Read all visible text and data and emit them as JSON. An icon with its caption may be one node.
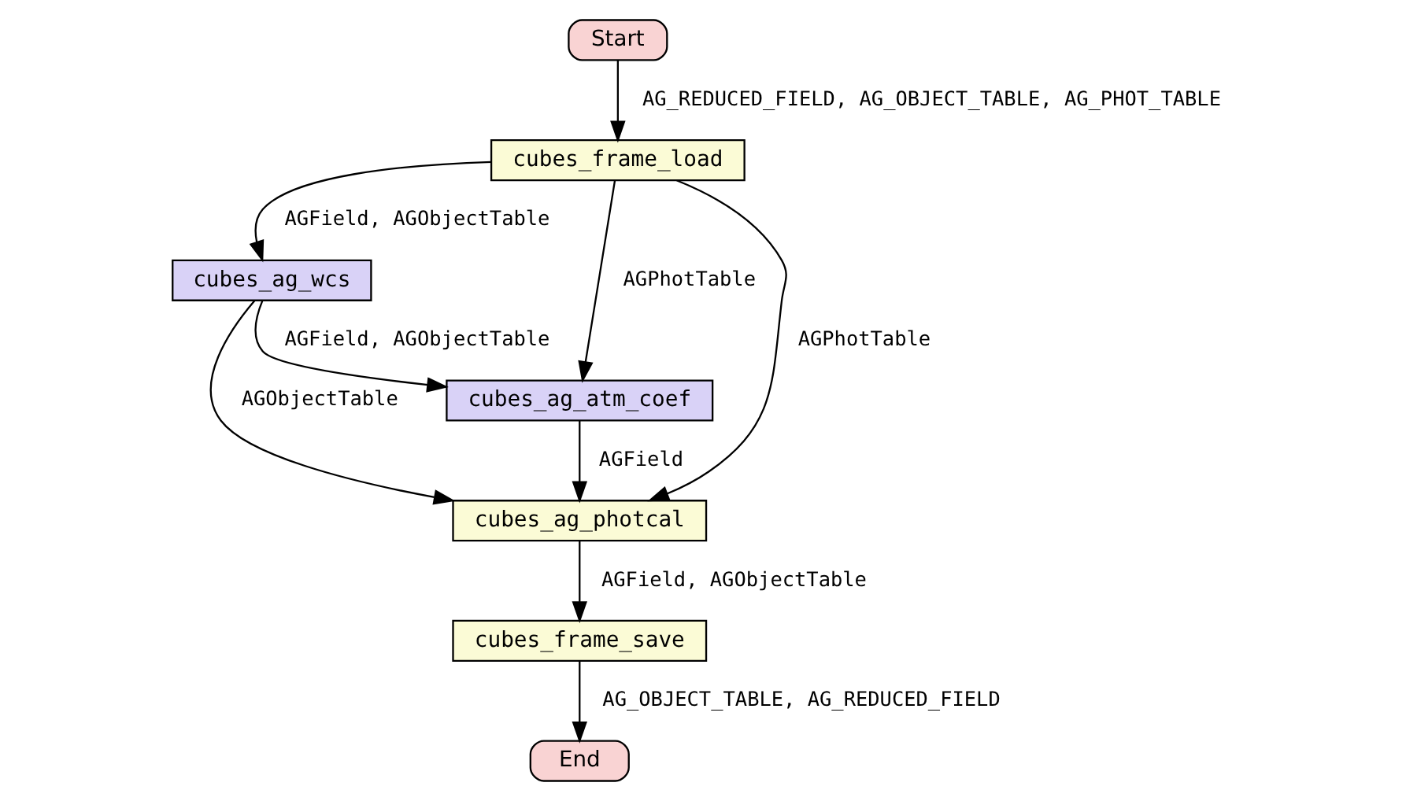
{
  "diagram": {
    "nodes": [
      {
        "text": [
          "Start"
        ]
      },
      {
        "text": [
          "cubes_frame_load"
        ]
      },
      {
        "text": [
          "cubes_ag_wcs"
        ]
      },
      {
        "text": [
          "cubes_ag_atm_coef"
        ]
      },
      {
        "text": [
          "cubes_ag_photcal"
        ]
      },
      {
        "text": [
          "cubes_frame_save"
        ]
      },
      {
        "text": [
          "End"
        ]
      }
    ],
    "edges": [
      {
        "from": 0,
        "to": 1,
        "arrow": "to",
        "label": "AG_REDUCED_FIELD, AG_OBJECT_TABLE, AG_PHOT_TABLE"
      },
      {
        "from": 1,
        "to": 2,
        "arrow": "to",
        "label": "AGField, AGObjectTable"
      },
      {
        "from": 1,
        "to": 3,
        "arrow": "to",
        "label": "AGPhotTable"
      },
      {
        "from": 1,
        "to": 4,
        "arrow": "to",
        "label": "AGPhotTable"
      },
      {
        "from": 2,
        "to": 3,
        "arrow": "to",
        "label": "AGField, AGObjectTable"
      },
      {
        "from": 2,
        "to": 4,
        "arrow": "to",
        "label": "AGObjectTable"
      },
      {
        "from": 3,
        "to": 4,
        "arrow": "to",
        "label": "AGField"
      },
      {
        "from": 4,
        "to": 5,
        "arrow": "to",
        "label": "AGField, AGObjectTable"
      },
      {
        "from": 5,
        "to": 6,
        "arrow": "to",
        "label": "AG_OBJECT_TABLE, AG_REDUCED_FIELD"
      }
    ]
  }
}
